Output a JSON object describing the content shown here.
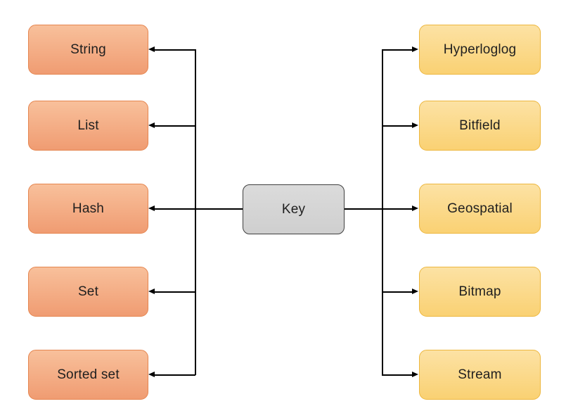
{
  "diagram": {
    "center_node": {
      "label": "Key"
    },
    "left_nodes": [
      {
        "label": "String"
      },
      {
        "label": "List"
      },
      {
        "label": "Hash"
      },
      {
        "label": "Set"
      },
      {
        "label": "Sorted set"
      }
    ],
    "right_nodes": [
      {
        "label": "Hyperloglog"
      },
      {
        "label": "Bitfield"
      },
      {
        "label": "Geospatial"
      },
      {
        "label": "Bitmap"
      },
      {
        "label": "Stream"
      }
    ],
    "colors": {
      "left_fill_top": "#F8C09B",
      "left_fill_bottom": "#F09C72",
      "left_border": "#E5854F",
      "right_fill_top": "#FCE2A4",
      "right_fill_bottom": "#FAD173",
      "right_border": "#EDB73F",
      "center_fill_top": "#DBDBDB",
      "center_fill_bottom": "#CFCFCF",
      "center_border": "#3F3F3F",
      "connector": "#000000"
    }
  }
}
